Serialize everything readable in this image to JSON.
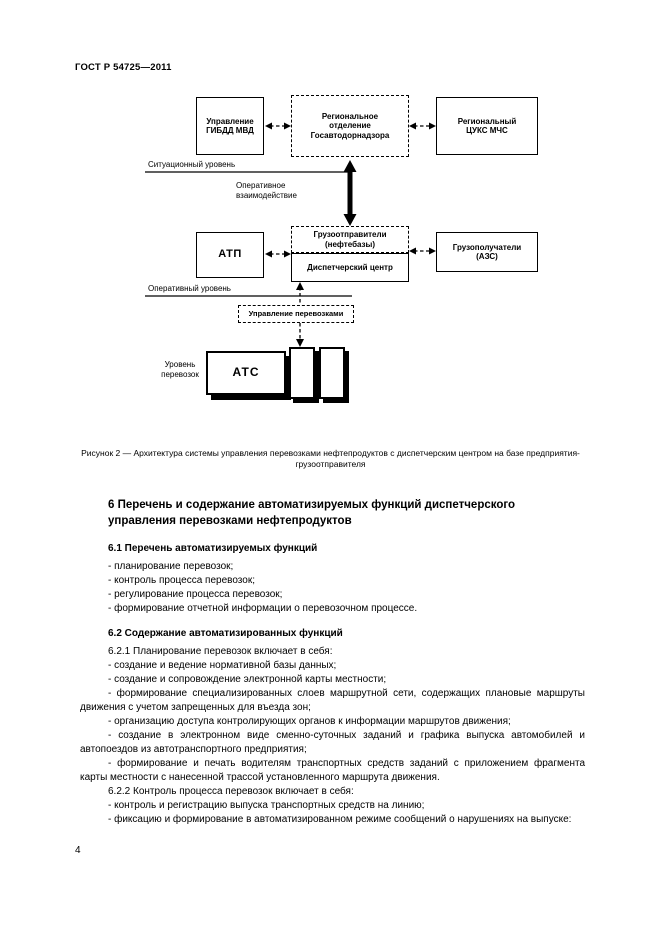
{
  "page": {
    "doc_code": "ГОСТ Р 54725—2011",
    "page_number": "4"
  },
  "figure": {
    "boxes": {
      "gibdd": "Управление ГИБДД МВД",
      "rosnadzor": "Региональное отделение Госавтодорнадзора",
      "cuks": "Региональный ЦУКС МЧС",
      "atp": "АТП",
      "shippers": "Грузоотправители (нефтебазы)",
      "dispatch_center": "Диспетчерский центр",
      "consignees": "Грузополучатели (АЗС)",
      "transport_mgmt": "Управление перевозками",
      "atc": "АТС"
    },
    "labels": {
      "situational_level": "Ситуационный уровень",
      "operational_interaction": "Оперативное взаимодействие",
      "operational_level": "Оперативный уровень",
      "transport_level": "Уровень перевозок"
    },
    "caption": "Рисунок 2 — Архитектура системы управления перевозками нефтепродуктов с диспетчерским центром на базе предприятия-грузоотправителя"
  },
  "content": {
    "section_6_title": "6 Перечень и содержание автоматизируемых функций диспетчерского управления перевозками нефтепродуктов",
    "section_6_1_title": "6.1 Перечень автоматизируемых функций",
    "section_6_1_items": [
      "- планирование перевозок;",
      "- контроль процесса перевозок;",
      "- регулирование процесса перевозок;",
      "- формирование отчетной информации о перевозочном процессе."
    ],
    "section_6_2_title": "6.2 Содержание автоматизированных функций",
    "section_6_2_paragraphs": [
      "6.2.1 Планирование перевозок включает в себя:",
      "- создание и ведение нормативной базы данных;",
      "- создание и сопровождение электронной карты местности;",
      "- формирование специализированных слоев маршрутной сети, содержащих плановые маршруты движения с учетом запрещенных для въезда зон;",
      "- организацию доступа контролирующих органов к информации маршрутов движения;",
      "- создание в электронном виде сменно-суточных заданий и графика выпуска автомобилей и автопоездов из автотранспортного предприятия;",
      "- формирование и печать водителям транспортных средств заданий с приложением фрагмента карты местности с нанесенной трассой установленного маршрута движения.",
      "6.2.2 Контроль процесса перевозок включает в себя:",
      "- контроль и регистрацию выпуска транспортных средств на линию;",
      "- фиксацию и формирование в автоматизированном режиме сообщений о нарушениях на выпуске:"
    ]
  }
}
